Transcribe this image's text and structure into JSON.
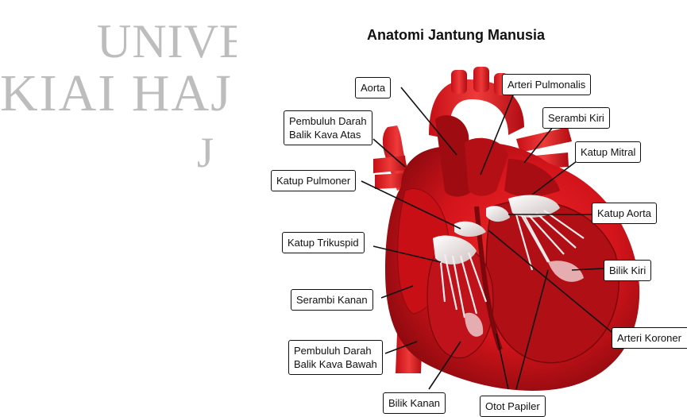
{
  "watermark": {
    "line1": "UNIVER",
    "line2": "KIAI HAJ",
    "line3": "J"
  },
  "title": "Anatomi Jantung Manusia",
  "labels": {
    "aorta": "Aorta",
    "arteri_pulmonalis": "Arteri Pulmonalis",
    "serambi_kiri": "Serambi Kiri",
    "pembuluh_atas_1": "Pembuluh Darah",
    "pembuluh_atas_2": "Balik Kava Atas",
    "katup_mitral": "Katup Mitral",
    "katup_pulmoner": "Katup Pulmoner",
    "katup_aorta": "Katup Aorta",
    "katup_trikuspid": "Katup Trikuspid",
    "bilik_kiri": "Bilik Kiri",
    "serambi_kanan": "Serambi Kanan",
    "arteri_koroner": "Arteri Koroner",
    "pembuluh_bawah_1": "Pembuluh Darah",
    "pembuluh_bawah_2": "Balik Kava Bawah",
    "bilik_kanan": "Bilik Kanan",
    "otot_papiler": "Otot Papiler"
  },
  "colors": {
    "heart_red": "#d3141b",
    "heart_dark": "#8e0a0f",
    "valve": "#efe6e6"
  }
}
